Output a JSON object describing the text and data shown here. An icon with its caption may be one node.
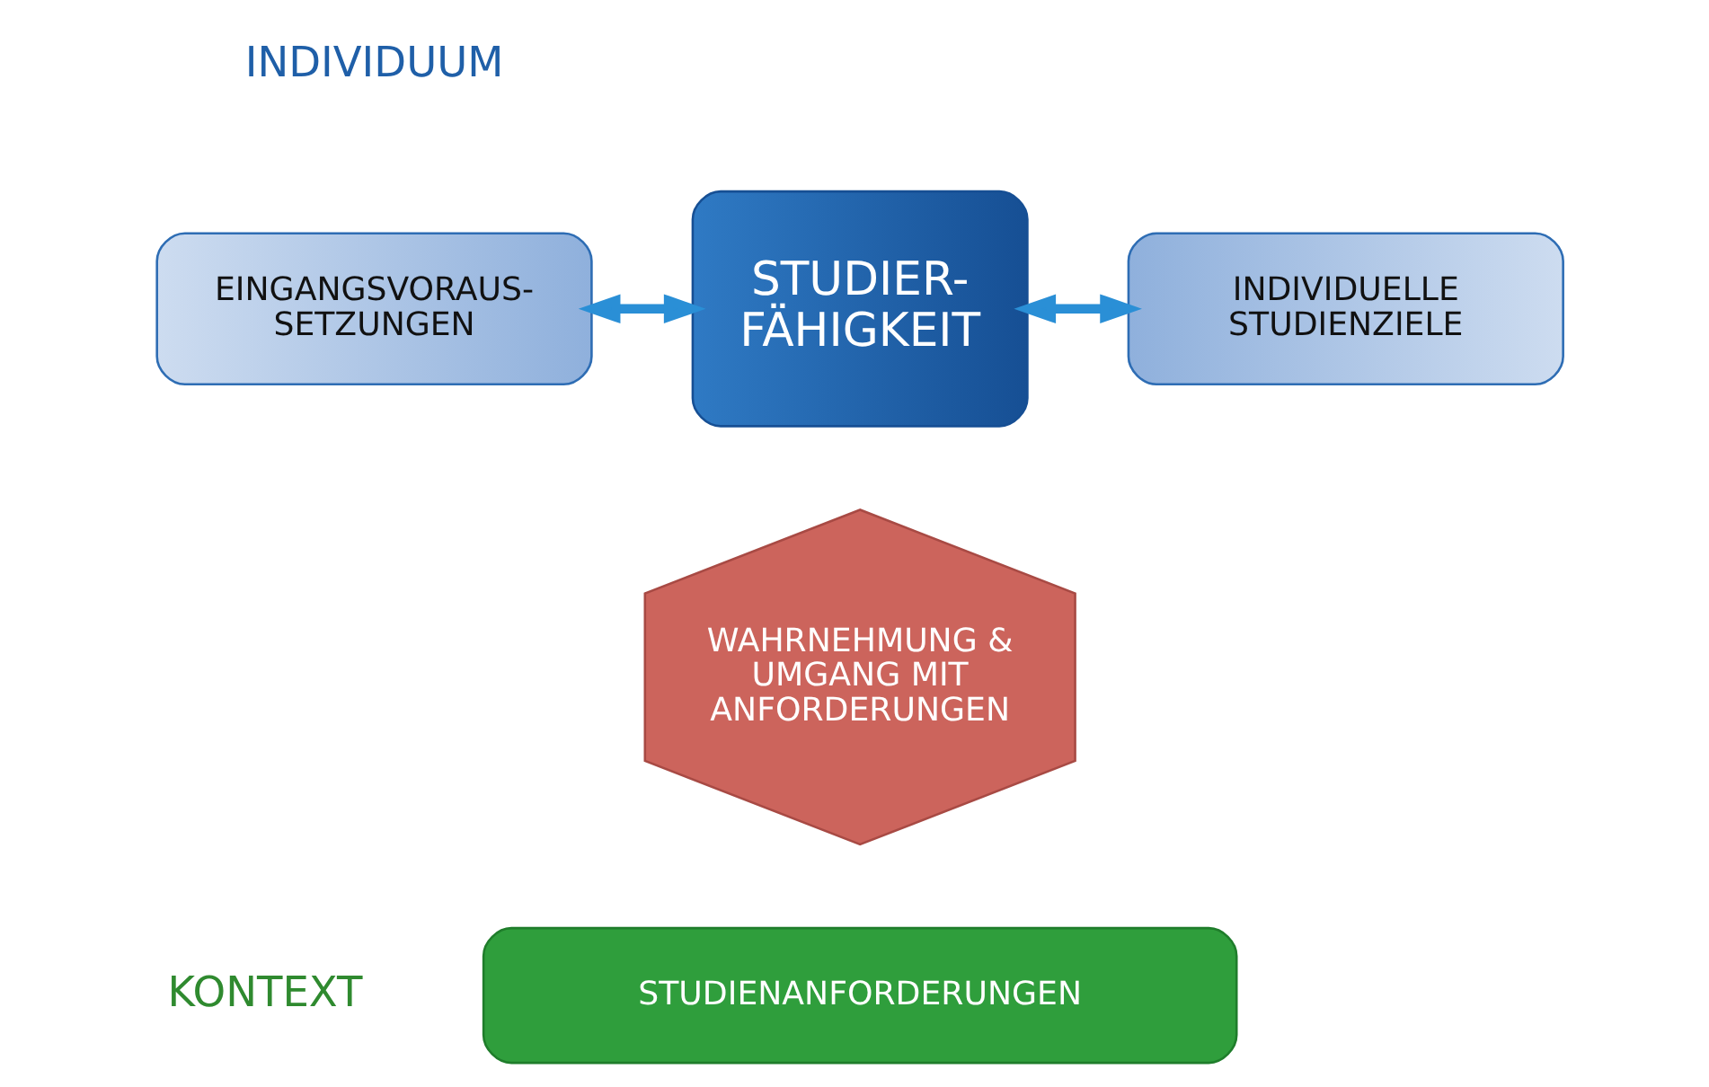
{
  "diagram": {
    "nodes": [
      {
        "text": [
          "EINGANGSVORAUS- SETZUNGEN"
        ]
      },
      {
        "text": [
          "STUDIER- FÄHIGKEIT"
        ]
      },
      {
        "text": [
          "INDIVIDUELLE STUDIENZIELE"
        ]
      },
      {
        "text": [
          "WAHRNEHMUNG & UMGANG MIT ANFORDERUNGEN"
        ]
      },
      {
        "text": [
          "STUDIENANFORDERUNGEN"
        ]
      }
    ],
    "edges": [
      {
        "from": 1,
        "to": 2,
        "arrow": "both"
      },
      {
        "from": 0,
        "to": 1,
        "arrow": "both"
      }
    ],
    "labels": [
      "INDIVIDUUM",
      "KONTEXT"
    ]
  }
}
